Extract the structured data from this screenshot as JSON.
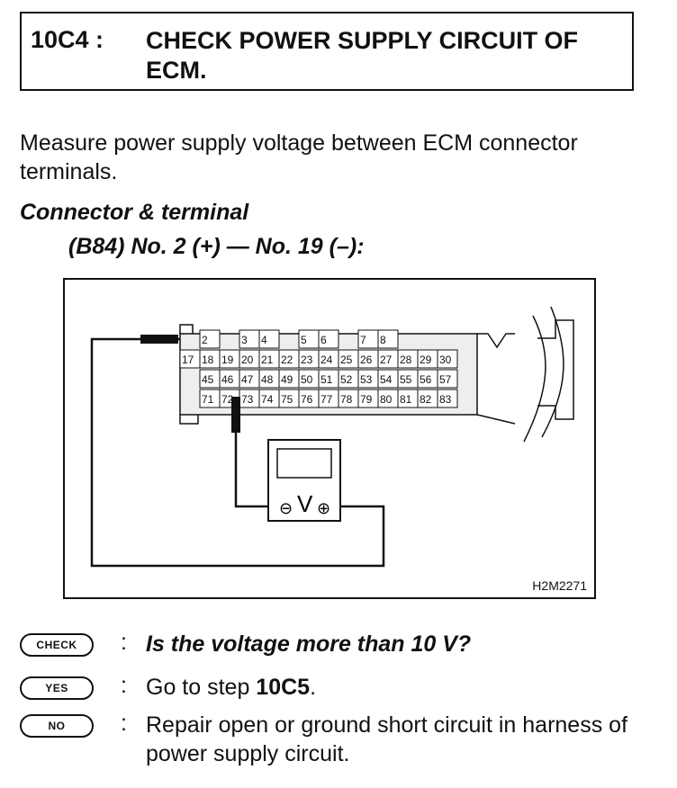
{
  "header": {
    "code": "10C4 :",
    "title": "CHECK POWER SUPPLY CIRCUIT OF ECM."
  },
  "intro": "Measure power supply voltage between ECM connector terminals.",
  "connector": {
    "label": "Connector & terminal",
    "value": "(B84) No. 2 (+) — No. 19 (–):"
  },
  "figure": {
    "id": "H2M2271",
    "row1": [
      "2",
      "",
      "3",
      "4",
      "",
      "5",
      "6",
      "",
      "7",
      "8"
    ],
    "row2": [
      "17",
      "18",
      "19",
      "20",
      "21",
      "22",
      "23",
      "24",
      "25",
      "26",
      "27",
      "28",
      "29",
      "30"
    ],
    "row3": [
      "45",
      "46",
      "47",
      "48",
      "49",
      "50",
      "51",
      "52",
      "53",
      "54",
      "55",
      "56",
      "57"
    ],
    "row4": [
      "71",
      "72",
      "73",
      "74",
      "75",
      "76",
      "77",
      "78",
      "79",
      "80",
      "81",
      "82",
      "83"
    ],
    "meter": {
      "minus": "⊖",
      "v": "V",
      "plus": "⊕"
    }
  },
  "check": {
    "badge": "CHECK",
    "colon": ":",
    "text": "Is the voltage more than 10 V?"
  },
  "yes": {
    "badge": "YES",
    "colon": ":",
    "text_pre": "Go to step ",
    "step": "10C5",
    "text_post": "."
  },
  "no": {
    "badge": "NO",
    "colon": ":",
    "text": "Repair open or ground short circuit in harness of power supply circuit."
  }
}
